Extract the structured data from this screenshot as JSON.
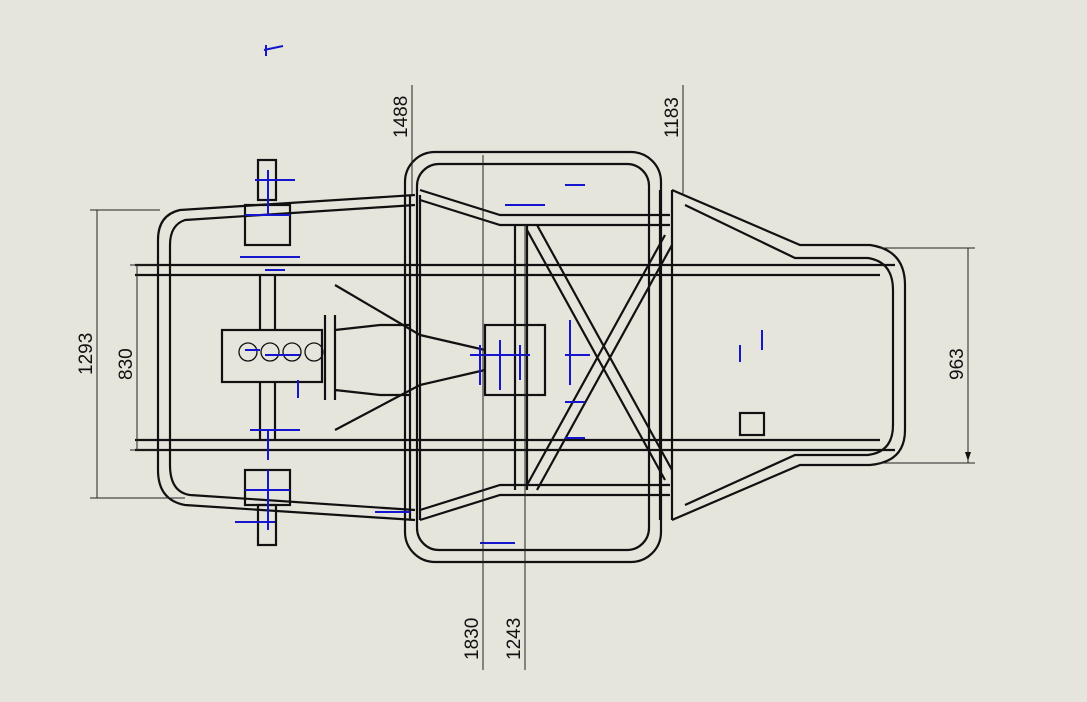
{
  "drawing": {
    "dimensions": {
      "front_track_outer": "1293",
      "front_rail_width": "830",
      "rear_width": "963",
      "top_left": "1488",
      "top_right": "1183",
      "bottom_left": "1830",
      "bottom_right": "1243"
    },
    "colors": {
      "background": "#e6e5dc",
      "geometry": "#111111",
      "sketch_relations": "#1515d0"
    }
  }
}
